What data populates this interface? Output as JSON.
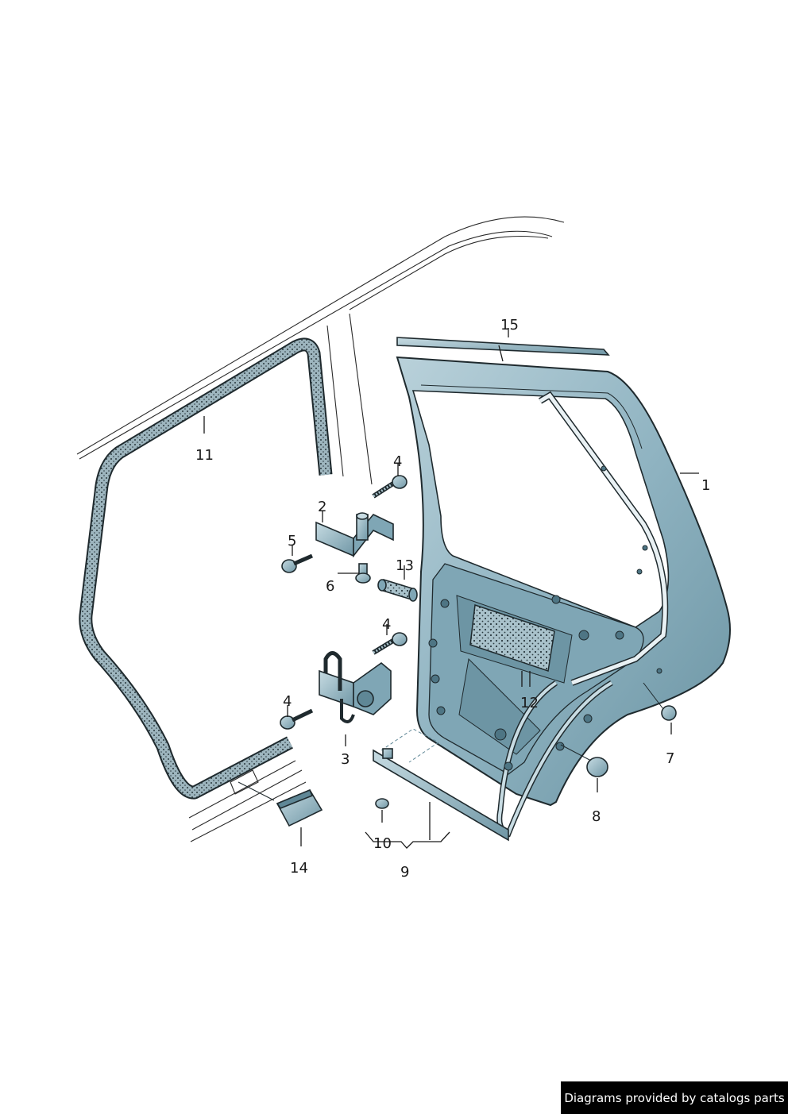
{
  "diagram": {
    "callouts": {
      "c1": "1",
      "c2": "2",
      "c3": "3",
      "c4a": "4",
      "c4b": "4",
      "c4c": "4",
      "c5": "5",
      "c6": "6",
      "c7": "7",
      "c8": "8",
      "c9": "9",
      "c10": "10",
      "c11": "11",
      "c12": "12",
      "c13": "13",
      "c14": "14",
      "c15": "15"
    }
  },
  "footer": {
    "credit": "Diagrams provided by catalogs parts"
  },
  "colors": {
    "door_fill": "#8fb3c1",
    "door_dark": "#5f8796",
    "door_light": "#c8dce3",
    "seal": "#7f9ca8",
    "ink": "#1f2a2e"
  }
}
